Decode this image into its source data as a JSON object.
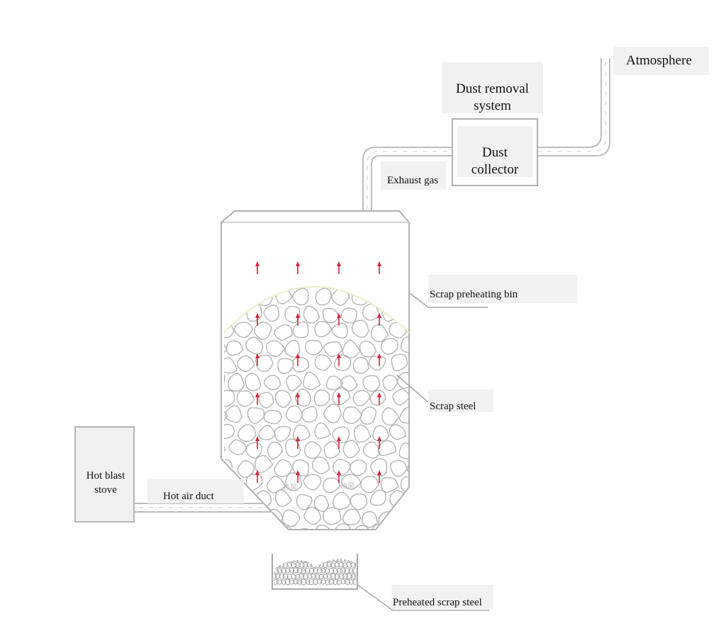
{
  "labels": {
    "atmosphere": "Atmosphere",
    "dust_removal_system": "Dust removal system",
    "dust_collector": "Dust collector",
    "exhaust_gas": "Exhaust gas",
    "scrap_preheating_bin": "Scrap preheating bin",
    "scrap_steel": "Scrap steel",
    "hot_blast_stove": "Hot blast stove",
    "hot_air_duct": "Hot air duct",
    "preheated_scrap_steel": "Preheated scrap steel"
  },
  "colors": {
    "line": "#b8b8b8",
    "scrap_outline": "#b4b4b4",
    "airflow_arrow": "#d9223a",
    "label_bg": "#f1f1f1"
  },
  "icons": {
    "airflow": "up-arrow-icon"
  }
}
